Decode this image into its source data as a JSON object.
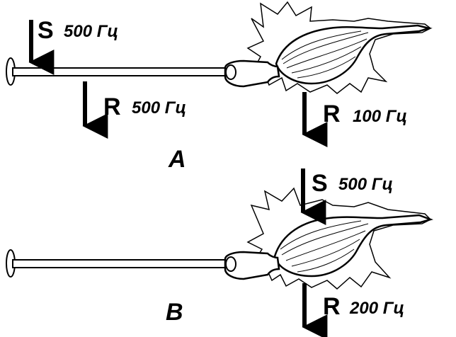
{
  "panels": {
    "a": {
      "label": "A",
      "stimulus": {
        "letter": "S",
        "freq": "500 Гц"
      },
      "response_near": {
        "letter": "R",
        "freq": "500 Гц"
      },
      "response_far": {
        "letter": "R",
        "freq": "100 Гц"
      }
    },
    "b": {
      "label": "B",
      "stimulus": {
        "letter": "S",
        "freq": "500 Гц"
      },
      "response_far": {
        "letter": "R",
        "freq": "200 Гц"
      }
    }
  }
}
